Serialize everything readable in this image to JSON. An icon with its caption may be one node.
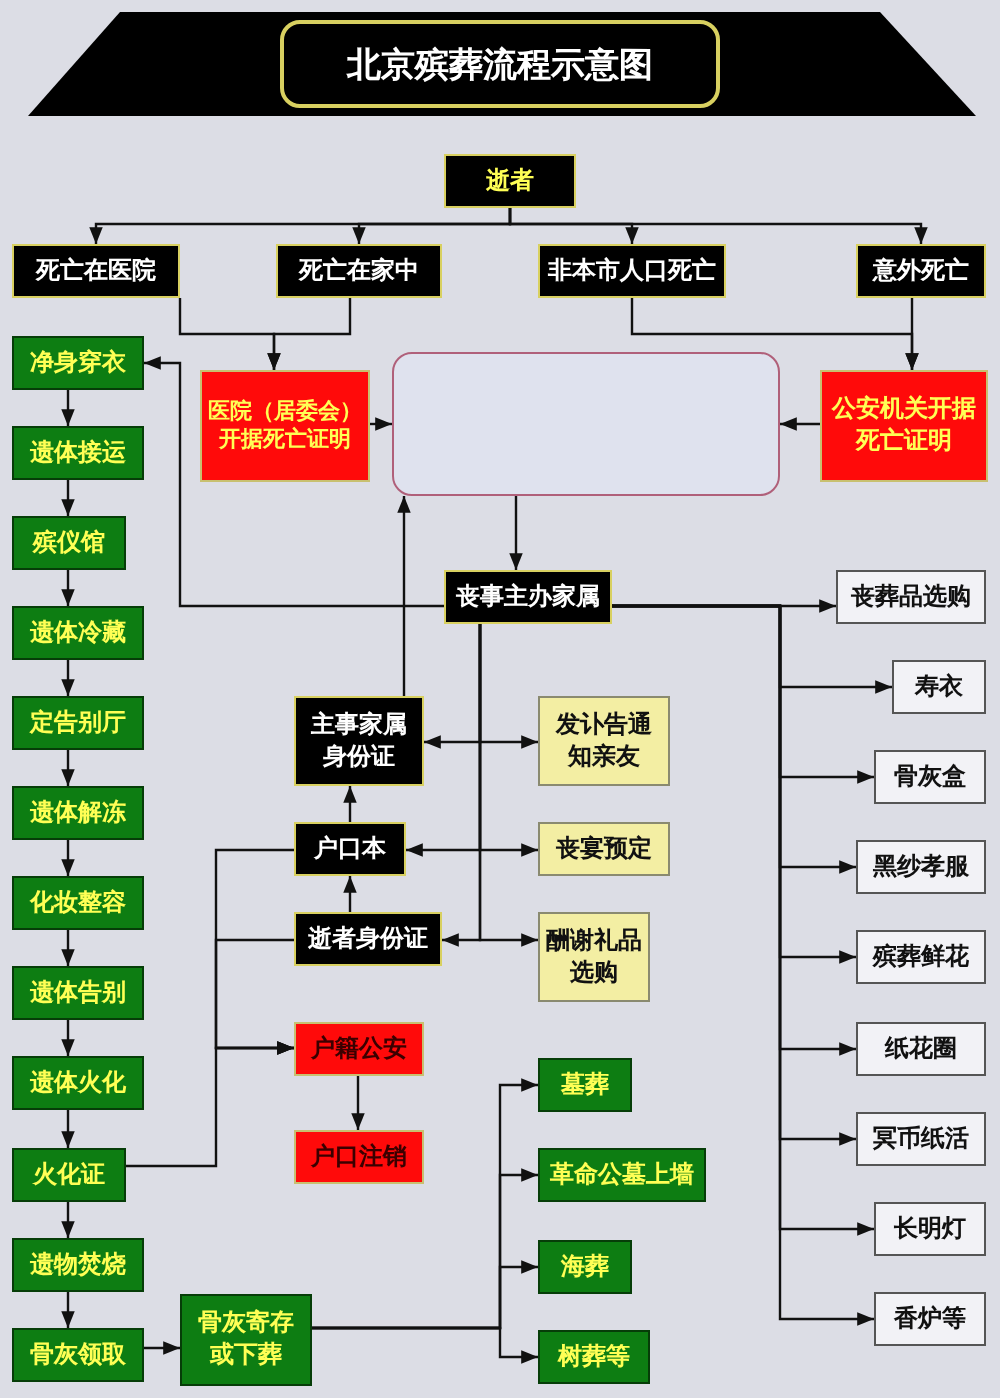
{
  "diagram": {
    "title": "北京殡葬流程示意图",
    "nodes": [
      {
        "text": [
          "逝者"
        ]
      },
      {
        "text": [
          "死亡在医院"
        ]
      },
      {
        "text": [
          "死亡在家中"
        ]
      },
      {
        "text": [
          "非本市人口死亡"
        ]
      },
      {
        "text": [
          "意外死亡"
        ]
      },
      {
        "text": [
          "净身穿衣"
        ]
      },
      {
        "text": [
          "医院（居委会）开据死亡证明"
        ]
      },
      {
        "text": [],
        "shape": "box"
      },
      {
        "text": [
          "公安机关开据死亡证明"
        ]
      },
      {
        "text": [
          "遗体接运"
        ]
      },
      {
        "text": [
          "殡仪馆"
        ]
      },
      {
        "text": [
          "丧事主办家属"
        ]
      },
      {
        "text": [
          "丧葬品选购"
        ]
      },
      {
        "text": [
          "遗体冷藏"
        ]
      },
      {
        "text": [
          "寿衣"
        ]
      },
      {
        "text": [
          "定告别厅"
        ]
      },
      {
        "text": [
          "主事家属身份证"
        ]
      },
      {
        "text": [
          "发讣告通知亲友"
        ]
      },
      {
        "text": [
          "骨灰盒"
        ]
      },
      {
        "text": [
          "遗体解冻"
        ]
      },
      {
        "text": [
          "户口本"
        ]
      },
      {
        "text": [
          "丧宴预定"
        ]
      },
      {
        "text": [
          "黑纱孝服"
        ]
      },
      {
        "text": [
          "化妆整容"
        ]
      },
      {
        "text": [
          "逝者身份证"
        ]
      },
      {
        "text": [
          "酬谢礼品选购"
        ]
      },
      {
        "text": [
          "殡葬鲜花"
        ]
      },
      {
        "text": [
          "遗体告别"
        ]
      },
      {
        "text": [
          "户籍公安"
        ]
      },
      {
        "text": [
          "纸花圈"
        ]
      },
      {
        "text": [
          "遗体火化"
        ]
      },
      {
        "text": [
          "墓葬"
        ]
      },
      {
        "text": [
          "户口注销"
        ]
      },
      {
        "text": [
          "冥币纸活"
        ]
      },
      {
        "text": [
          "火化证"
        ]
      },
      {
        "text": [
          "革命公墓上墙"
        ]
      },
      {
        "text": [
          "遗物焚烧"
        ]
      },
      {
        "text": [
          "海葬"
        ]
      },
      {
        "text": [
          "长明灯"
        ]
      },
      {
        "text": [
          "骨灰领取"
        ]
      },
      {
        "text": [
          "骨灰寄存或下葬"
        ]
      },
      {
        "text": [
          "树葬等"
        ]
      },
      {
        "text": [
          "香炉等"
        ]
      }
    ],
    "edges": [
      {
        "from": 0,
        "to": 1,
        "arrow": "to"
      },
      {
        "from": 0,
        "to": 2,
        "arrow": "to"
      },
      {
        "from": 0,
        "to": 3,
        "arrow": "to"
      },
      {
        "from": 0,
        "to": 4,
        "arrow": "to"
      },
      {
        "from": 1,
        "to": 6,
        "arrow": "to"
      },
      {
        "from": 2,
        "to": 6,
        "arrow": "to"
      },
      {
        "from": 3,
        "to": 8,
        "arrow": "to"
      },
      {
        "from": 4,
        "to": 8,
        "arrow": "to"
      },
      {
        "from": 6,
        "to": 7,
        "arrow": "to"
      },
      {
        "from": 8,
        "to": 7,
        "arrow": "to"
      },
      {
        "from": 7,
        "to": 11,
        "arrow": "to"
      },
      {
        "from": 11,
        "to": 5,
        "arrow": "to"
      },
      {
        "from": 11,
        "to": 12,
        "arrow": "to"
      },
      {
        "from": 11,
        "to": 14,
        "arrow": "to"
      },
      {
        "from": 11,
        "to": 18,
        "arrow": "to"
      },
      {
        "from": 11,
        "to": 22,
        "arrow": "to"
      },
      {
        "from": 11,
        "to": 26,
        "arrow": "to"
      },
      {
        "from": 11,
        "to": 29,
        "arrow": "to"
      },
      {
        "from": 11,
        "to": 33,
        "arrow": "to"
      },
      {
        "from": 11,
        "to": 38,
        "arrow": "to"
      },
      {
        "from": 11,
        "to": 42,
        "arrow": "to"
      },
      {
        "from": 5,
        "to": 9,
        "arrow": "to"
      },
      {
        "from": 9,
        "to": 10,
        "arrow": "to"
      },
      {
        "from": 10,
        "to": 13,
        "arrow": "to"
      },
      {
        "from": 13,
        "to": 15,
        "arrow": "to"
      },
      {
        "from": 15,
        "to": 19,
        "arrow": "to"
      },
      {
        "from": 19,
        "to": 23,
        "arrow": "to"
      },
      {
        "from": 23,
        "to": 27,
        "arrow": "to"
      },
      {
        "from": 27,
        "to": 30,
        "arrow": "to"
      },
      {
        "from": 30,
        "to": 34,
        "arrow": "to"
      },
      {
        "from": 34,
        "to": 36,
        "arrow": "to"
      },
      {
        "from": 36,
        "to": 39,
        "arrow": "to"
      },
      {
        "from": 39,
        "to": 40,
        "arrow": "to"
      },
      {
        "from": 40,
        "to": 31,
        "arrow": "to"
      },
      {
        "from": 40,
        "to": 35,
        "arrow": "to"
      },
      {
        "from": 40,
        "to": 37,
        "arrow": "to"
      },
      {
        "from": 40,
        "to": 41,
        "arrow": "to"
      },
      {
        "from": 11,
        "to": 16,
        "arrow": "to"
      },
      {
        "from": 11,
        "to": 17,
        "arrow": "to"
      },
      {
        "from": 11,
        "to": 20,
        "arrow": "to"
      },
      {
        "from": 11,
        "to": 21,
        "arrow": "to"
      },
      {
        "from": 11,
        "to": 24,
        "arrow": "to"
      },
      {
        "from": 11,
        "to": 25,
        "arrow": "to"
      },
      {
        "from": 20,
        "to": 16,
        "arrow": "to"
      },
      {
        "from": 24,
        "to": 20,
        "arrow": "to"
      },
      {
        "from": 16,
        "to": 7,
        "arrow": "to"
      },
      {
        "from": 34,
        "to": 28,
        "arrow": "to"
      },
      {
        "from": 20,
        "to": 28,
        "arrow": "to"
      },
      {
        "from": 24,
        "to": 28,
        "arrow": "to"
      },
      {
        "from": 28,
        "to": 32,
        "arrow": "to"
      }
    ]
  }
}
